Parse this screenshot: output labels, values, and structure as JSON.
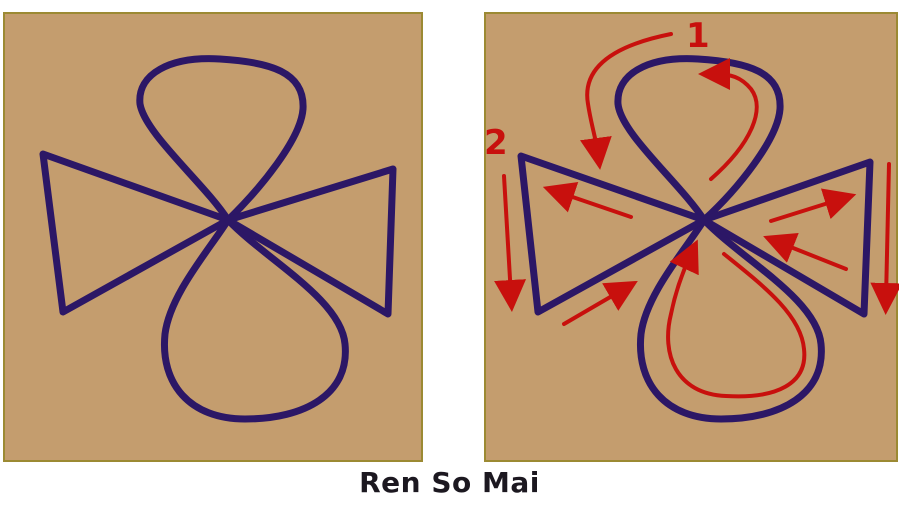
{
  "caption": "Ren So Mai",
  "steps": [
    {
      "label": "1"
    },
    {
      "label": "2"
    }
  ],
  "colors": {
    "panel_background": "#c49d6e",
    "panel_border": "#9c8a33",
    "symbol_stroke": "#2c1766",
    "arrow": "#c8100d",
    "caption_text": "#1c1820"
  }
}
